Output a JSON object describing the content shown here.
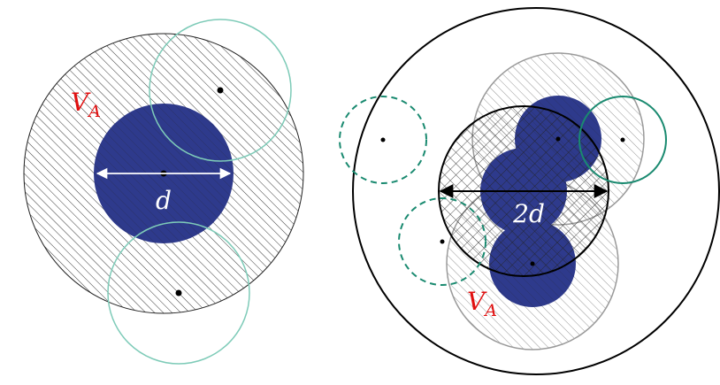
{
  "labels": {
    "left_region": {
      "main": "V",
      "sub": "A"
    },
    "left_diameter": "d",
    "right_region": {
      "main": "V",
      "sub": "A"
    },
    "right_diameter": "2d"
  },
  "colors": {
    "blue_disk": "#2e3a8c",
    "teal_circle": "#7ecbb8",
    "teal_dark": "#1a8a70",
    "label_red": "#e01010",
    "hatch_black": "#222222",
    "hatch_gray": "#888888",
    "gray_circle": "#9a9a9a"
  }
}
